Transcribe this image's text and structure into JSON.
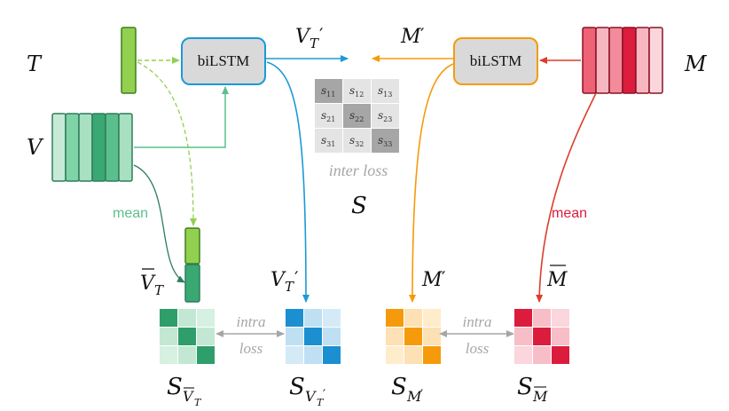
{
  "labels": {
    "T": "T",
    "V": "V",
    "M": "M",
    "S": "S",
    "vt_prime": "V",
    "vt_prime_sub": "T",
    "m_prime": "M",
    "prime_mark": "′",
    "mean_v": "mean",
    "mean_m": "mean",
    "vbar": "V",
    "vbar_sub": "T",
    "mbar": "M",
    "bilstm_left": "biLSTM",
    "bilstm_right": "biLSTM",
    "inter_loss": "inter loss",
    "intra1_line1": "intra",
    "intra1_line2": "loss",
    "intra2_line1": "intra",
    "intra2_line2": "loss",
    "s_letter": "S",
    "s_sub_vbar": "V",
    "s_sub_vbar_sub": "T",
    "s_sub_vt": "V",
    "s_sub_vt_sub": "T",
    "s_sub_m": "M",
    "s_sub_mbar": "M"
  },
  "similarity_matrix": {
    "cells": [
      [
        "s",
        "11"
      ],
      [
        "s",
        "12"
      ],
      [
        "s",
        "13"
      ],
      [
        "s",
        "21"
      ],
      [
        "s",
        "22"
      ],
      [
        "s",
        "23"
      ],
      [
        "s",
        "31"
      ],
      [
        "s",
        "32"
      ],
      [
        "s",
        "33"
      ]
    ]
  },
  "colors": {
    "green_light": "#92d050",
    "green_dark": "#2e9e6b",
    "blue": "#1b9ad6",
    "orange": "#f59b0b",
    "red": "#dc1c3d",
    "box_fill": "#d9d9d9",
    "grey_text": "#a6a6a6"
  }
}
